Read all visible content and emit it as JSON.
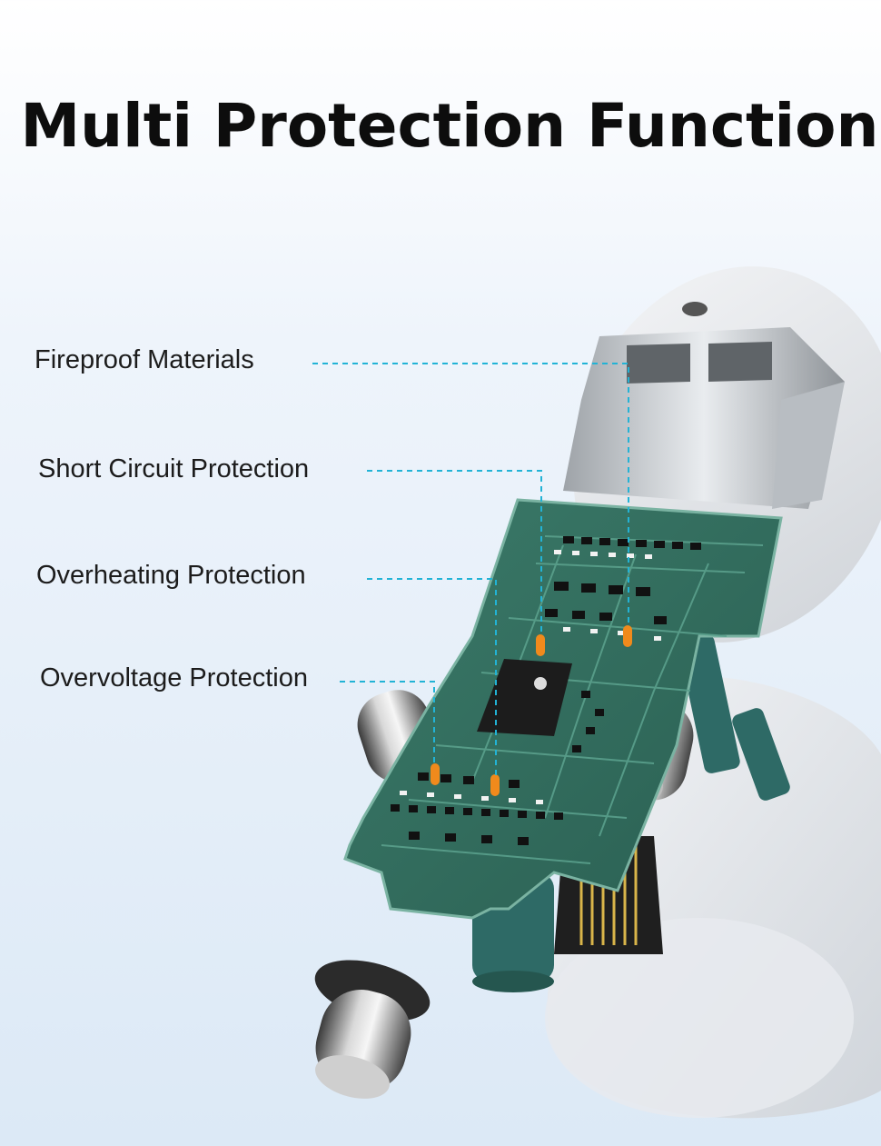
{
  "title": "Multi Protection Function",
  "callouts": [
    {
      "label": "Fireproof Materials"
    },
    {
      "label": "Short Circuit Protection"
    },
    {
      "label": "Overheating Protection"
    },
    {
      "label": "Overvoltage Protection"
    }
  ],
  "colors": {
    "leader_line": "#22b3d6",
    "indicator": "#f08a1c",
    "pcb": "#2f6b5c",
    "housing": "#e4e7eb"
  }
}
